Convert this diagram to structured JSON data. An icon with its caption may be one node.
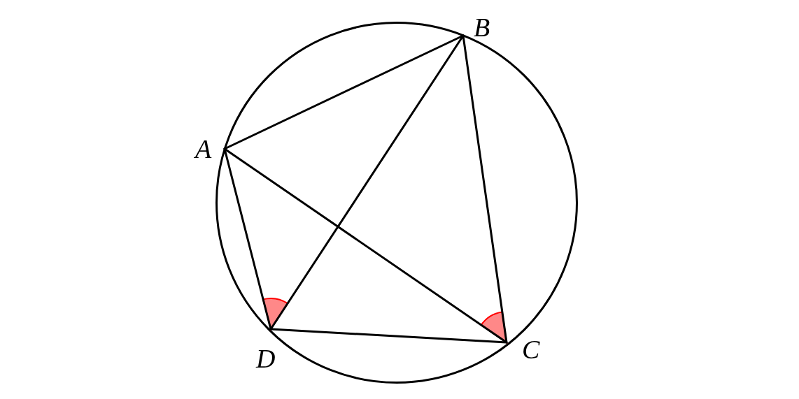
{
  "diagram": {
    "nodes": [
      {
        "text": [
          "B"
        ]
      },
      {
        "text": [
          "A"
        ]
      },
      {
        "text": [
          "D"
        ]
      },
      {
        "text": [
          "C"
        ]
      }
    ],
    "edges": [
      {
        "from": 1,
        "to": 0,
        "arrow": "none"
      },
      {
        "from": 0,
        "to": 3,
        "arrow": "none"
      },
      {
        "from": 3,
        "to": 2,
        "arrow": "none"
      },
      {
        "from": 2,
        "to": 1,
        "arrow": "none"
      },
      {
        "from": 1,
        "to": 3,
        "arrow": "none"
      },
      {
        "from": 0,
        "to": 2,
        "arrow": "none"
      }
    ]
  }
}
